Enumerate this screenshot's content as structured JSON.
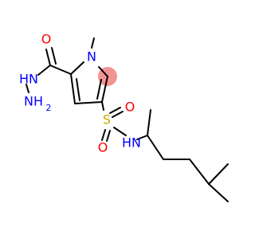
{
  "molecule": {
    "highlight_color": "#f08080",
    "colors": {
      "carbon": "#000000",
      "oxygen": "#ff0000",
      "nitrogen": "#0000ff",
      "sulfur": "#ccaa00"
    },
    "atoms": {
      "o_carbonyl": "O",
      "n_hydrazide_nh": "HN",
      "n_hydrazide_nh2": "NH",
      "nh2_subscript": "2",
      "n_ring": "N",
      "s": "S",
      "o_s_top": "O",
      "o_s_bottom": "O",
      "n_sulfonamide": "HN"
    }
  }
}
